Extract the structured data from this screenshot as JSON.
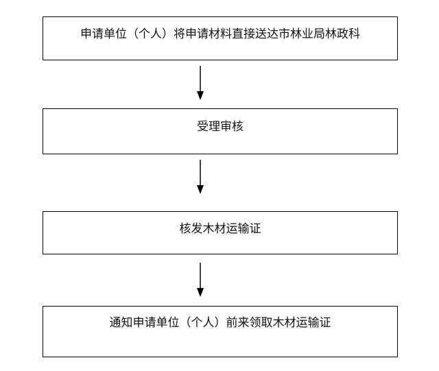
{
  "steps": [
    {
      "label": "申请单位（个人）将申请材料直接送达市林业局林政科"
    },
    {
      "label": "受理审核"
    },
    {
      "label": "核发木材运输证"
    },
    {
      "label": "通知申请单位（个人）前来领取木材运输证"
    }
  ],
  "colors": {
    "border": "#000000",
    "text": "#111111",
    "background": "#ffffff"
  }
}
